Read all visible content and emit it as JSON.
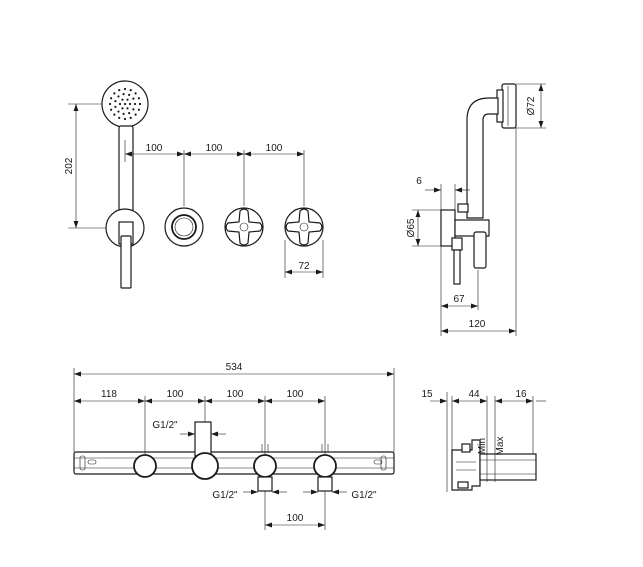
{
  "front_view": {
    "dimensions": {
      "height_202": "202",
      "spacing_1": "100",
      "spacing_2": "100",
      "spacing_3": "100",
      "handle_width": "72"
    }
  },
  "side_view": {
    "dimensions": {
      "shower_diameter": "Ø72",
      "offset_6": "6",
      "flange_diameter": "Ø65",
      "depth_67": "67",
      "depth_120": "120"
    }
  },
  "body_view": {
    "dimensions": {
      "overall_length": "534",
      "first_spacing": "118",
      "spacing_1": "100",
      "spacing_2": "100",
      "spacing_3": "100",
      "thread_top": "G1/2\"",
      "thread_bottom_left": "G1/2\"",
      "thread_bottom_right": "G1/2\"",
      "bottom_spacing": "100"
    }
  },
  "install_view": {
    "dimensions": {
      "d_15": "15",
      "d_44": "44",
      "d_16": "16",
      "min_label": "Min",
      "max_label": "Max"
    }
  }
}
